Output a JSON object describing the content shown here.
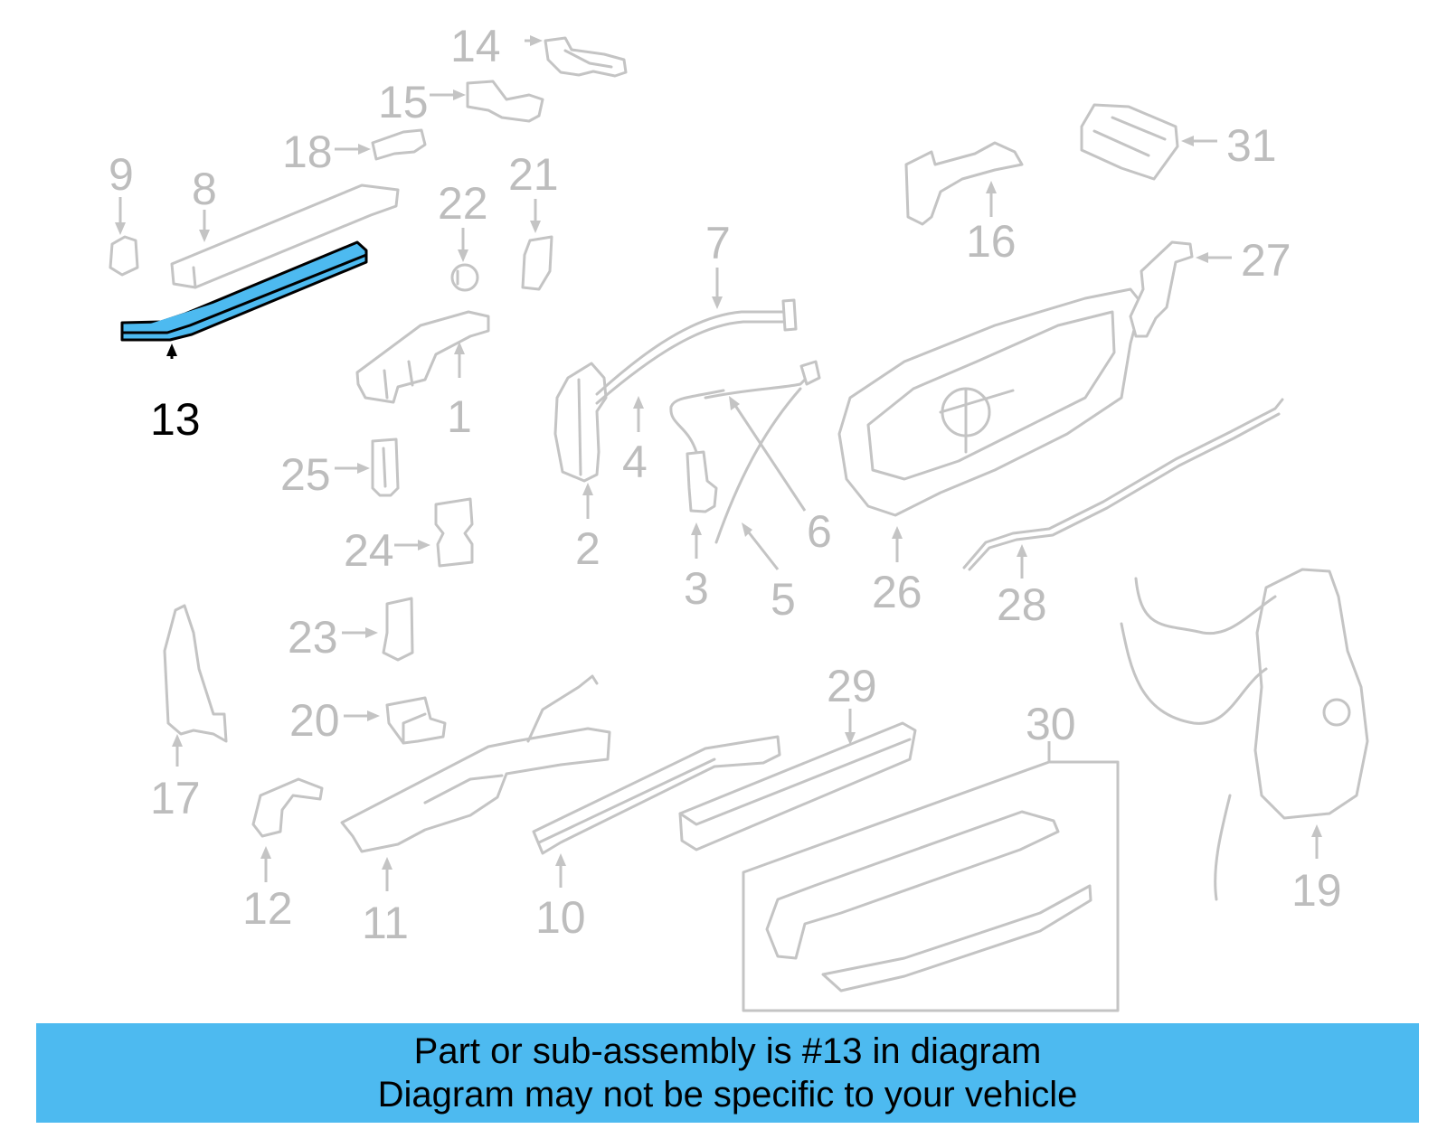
{
  "diagram": {
    "highlighted_part": "13",
    "callouts": {
      "c1": "1",
      "c2": "2",
      "c3": "3",
      "c4": "4",
      "c5": "5",
      "c6": "6",
      "c7": "7",
      "c8": "8",
      "c9": "9",
      "c10": "10",
      "c11": "11",
      "c12": "12",
      "c13": "13",
      "c14": "14",
      "c15": "15",
      "c16": "16",
      "c17": "17",
      "c18": "18",
      "c19": "19",
      "c20": "20",
      "c21": "21",
      "c22": "22",
      "c23": "23",
      "c24": "24",
      "c25": "25",
      "c26": "26",
      "c27": "27",
      "c28": "28",
      "c29": "29",
      "c30": "30",
      "c31": "31"
    },
    "colors": {
      "part_outline": "#c4c4c4",
      "callout_text": "#bdbdbd",
      "highlight_fill": "#4dbaf0",
      "highlight_text": "#000000"
    }
  },
  "footer": {
    "line1": "Part or sub-assembly is #13 in diagram",
    "line2": "Diagram may not be specific to your vehicle",
    "background": "#4dbaf0"
  }
}
